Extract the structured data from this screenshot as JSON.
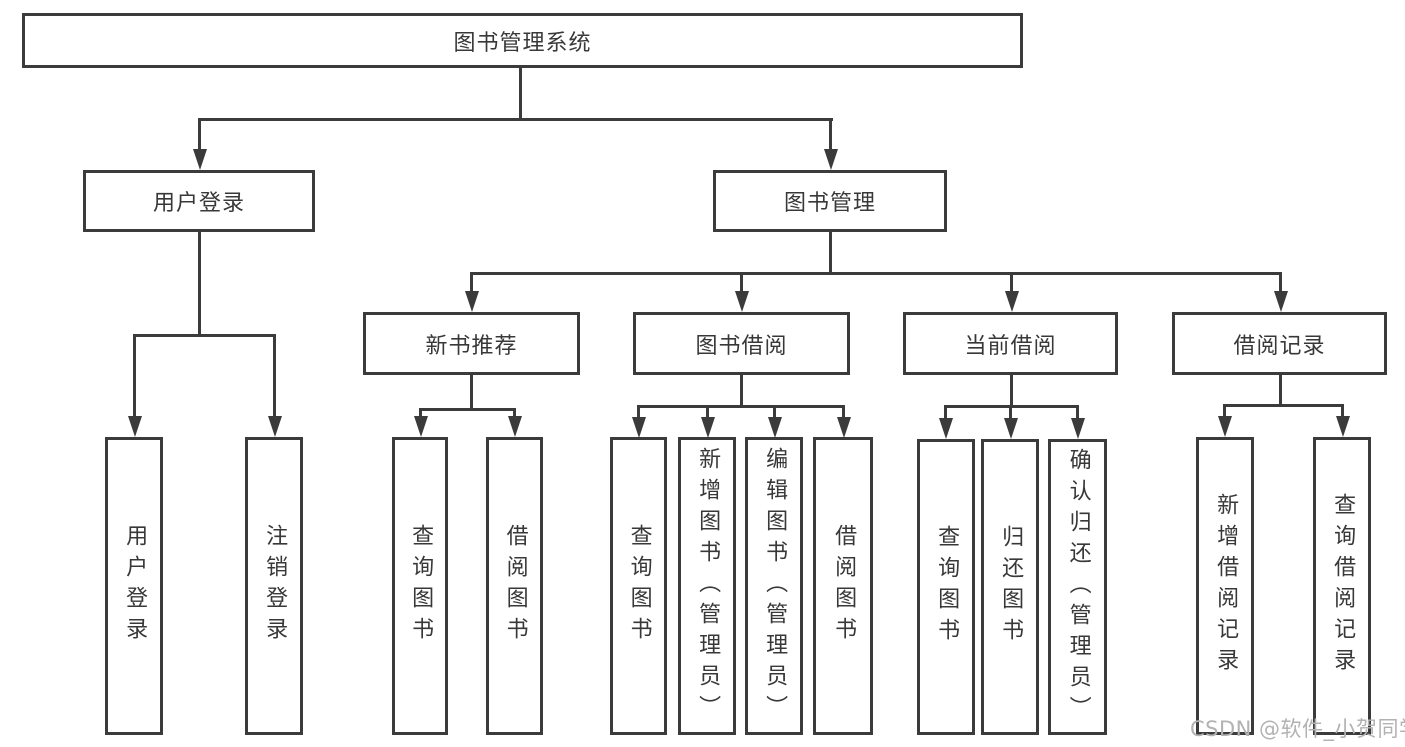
{
  "diagram": {
    "root": {
      "label": "图书管理系统"
    },
    "level2": [
      {
        "label": "用户登录"
      },
      {
        "label": "图书管理"
      }
    ],
    "level3": [
      {
        "label": "新书推荐"
      },
      {
        "label": "图书借阅"
      },
      {
        "label": "当前借阅"
      },
      {
        "label": "借阅记录"
      }
    ],
    "leaves": [
      {
        "label": "用户登录"
      },
      {
        "label": "注销登录"
      },
      {
        "label": "查询图书"
      },
      {
        "label": "借阅图书"
      },
      {
        "label": "查询图书"
      },
      {
        "label": "新增图书（管理员）"
      },
      {
        "label": "编辑图书（管理员）"
      },
      {
        "label": "借阅图书"
      },
      {
        "label": "查询图书"
      },
      {
        "label": "归还图书"
      },
      {
        "label": "确认归还（管理员）"
      },
      {
        "label": "新增借阅记录"
      },
      {
        "label": "查询借阅记录"
      }
    ]
  },
  "watermark": {
    "text": "CSDN @软件_小贺同学"
  },
  "colors": {
    "line": "#3b3b3b",
    "text": "#383838",
    "box_bg": "#ffffff",
    "watermark": "#b2b2b2"
  }
}
